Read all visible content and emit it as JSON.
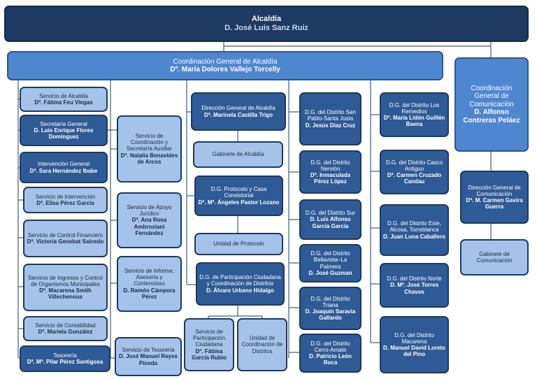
{
  "nodes": {
    "alcaldia": {
      "title": "Alcaldía",
      "person": "D. José Luis Sanz Ruiz"
    },
    "coord_general": {
      "title": "Coordinación General de Alcaldía",
      "person": "Dª. María Dolores Vallejo Torcelly"
    },
    "coord_comunic": {
      "title": "Coordinación General de Comunicación",
      "person": "D. Alfonso Contreras Peláez"
    },
    "serv_alcaldia": {
      "title": "Servicio de Alcaldía",
      "person": "Dª. Fátima Feu Viegas"
    },
    "secretaria": {
      "title": "Secretaría General",
      "person": "D. Luis Enrique Flores Domínguez"
    },
    "intervencion": {
      "title": "Intervención General",
      "person": "Dª. Sara Hernández Ibabe"
    },
    "serv_interv": {
      "title": "Servicio de Intervención",
      "person": "Dª. Elisa Pérez García"
    },
    "control_fin": {
      "title": "Servicio de Control Financiero",
      "person": "Dª. Victoria Genebat Salcedo"
    },
    "ingresos": {
      "title": "Servicio de Ingresos y Control de Organismos Municipales",
      "person": "Dª. Macarena Smith Villechenous"
    },
    "contabilidad": {
      "title": "Servicio de Contabilidad",
      "person": "Dª. Mariela González"
    },
    "tesoreria": {
      "title": "Tesorería",
      "person": "Dª. Mª. Pilar Pérez Santigosa"
    },
    "coord_secret": {
      "title": "Servicio de Coordinación y Secretaría Auxiliar",
      "person": "Dª. Natalia Benavides de Arcos"
    },
    "apoyo_jur": {
      "title": "Servicio de Apoyo Jurídico",
      "person": "Dª. Ana Rosa Ambrosiani Fernández"
    },
    "informe": {
      "title": "Servicio de Informe, Asesoría y Contencioso",
      "person": "D. Ramón Cámpora Pérez"
    },
    "serv_tesor": {
      "title": "Servicio de Tesorería",
      "person": "D. José Manuel Reyes Pineda"
    },
    "dir_alcaldia": {
      "title": "Dirección General de Alcaldía",
      "person": "Dª. Marinela Castilla Trigo"
    },
    "gabinete_alc": {
      "title": "Gabinete de Alcaldía",
      "person": ""
    },
    "protocolo": {
      "title": "D.G. Protocolo y Casa Consistorial",
      "person": "Dª. Mª. Ángeles Pastor Lozano"
    },
    "unidad_prot": {
      "title": "Unidad de Protocolo",
      "person": ""
    },
    "participacion": {
      "title": "D.G. de Participación Ciudadana y Coordinación de Distritos",
      "person": "D. Álvaro Urbano Hidalgo"
    },
    "serv_partic": {
      "title": "Servicio de Participación Ciudadana",
      "person": "Dª. Fátima García Rubio"
    },
    "unidad_dist": {
      "title": "Unidad de Coordinación de Distritos",
      "person": ""
    },
    "d_sanpablo": {
      "title": "D.G. del Distrito San Pablo-Santa Justa",
      "person": "D. Jesús Díaz Cruz"
    },
    "d_nervion": {
      "title": "D.G. del Distrito Nervión",
      "person": "Dª. Inmaculada Pérez López"
    },
    "d_sur": {
      "title": "D.G. del Distrito Sur",
      "person": "D. Luis Alfonso García García"
    },
    "d_bellavista": {
      "title": "D.G. del Distrito Bellavista–La Palmera",
      "person": "D. José Guzman"
    },
    "d_triana": {
      "title": "D.G. del Distrito Triana",
      "person": "D. Joaquín Saravia Gallardo"
    },
    "d_cerro": {
      "title": "D.G. del Distrito Cerro-Amate",
      "person": "D. Patricio León Roca"
    },
    "d_remedios": {
      "title": "D.G. del Distrito Los Remedios",
      "person": "Dª. María Lidón Guillén Baena"
    },
    "d_casco": {
      "title": "D.G. del Distrito Casco Antiguo",
      "person": "Dª. Carmen Cruzado Candau"
    },
    "d_este": {
      "title": "D.G. del Distrito Este, Alcosa, Torreblanca",
      "person": "D. Juan Luna Caballero"
    },
    "d_norte": {
      "title": "D.G. del Distrito Norte",
      "person": "D. Mª. José Torres Chaves"
    },
    "d_macarena": {
      "title": "D.G. del Distrito Macarena",
      "person": "D. Manuel David Loreto del Pino"
    },
    "dir_comunic": {
      "title": "Dirección General de Comunicación",
      "person": "Dª. M. Carmen Gavira Guerra"
    },
    "gabinete_com": {
      "title": "Gabinete de Comunicación",
      "person": ""
    }
  }
}
